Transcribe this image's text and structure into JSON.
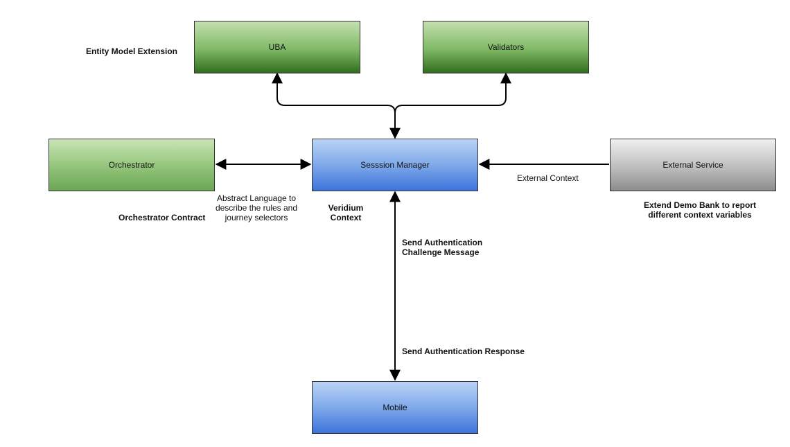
{
  "nodes": {
    "uba": "UBA",
    "validators": "Validators",
    "orchestrator": "Orchestrator",
    "session_manager": "Sesssion Manager",
    "external_service": "External Service",
    "mobile": "Mobile"
  },
  "labels": {
    "entity_model_extension": "Entity Model Extension",
    "abstract_language": "Abstract Language to\ndescribe the rules and\njourney selectors",
    "orchestrator_contract": "Orchestrator Contract",
    "veridium_context": "Veridium\nContext",
    "external_context": "External Context",
    "extend_demo_bank": "Extend Demo Bank to report\ndifferent context variables",
    "send_auth_challenge": "Send Authentication\nChallenge Message",
    "send_auth_response": "Send Authentication Response"
  },
  "colors": {
    "green_light": "#c4e0b0",
    "green_dark": "#2f6e1d",
    "blue_light": "#bad3f5",
    "blue_dark": "#3d73db",
    "gray": "#8c8c8c",
    "stroke": "#000000"
  }
}
